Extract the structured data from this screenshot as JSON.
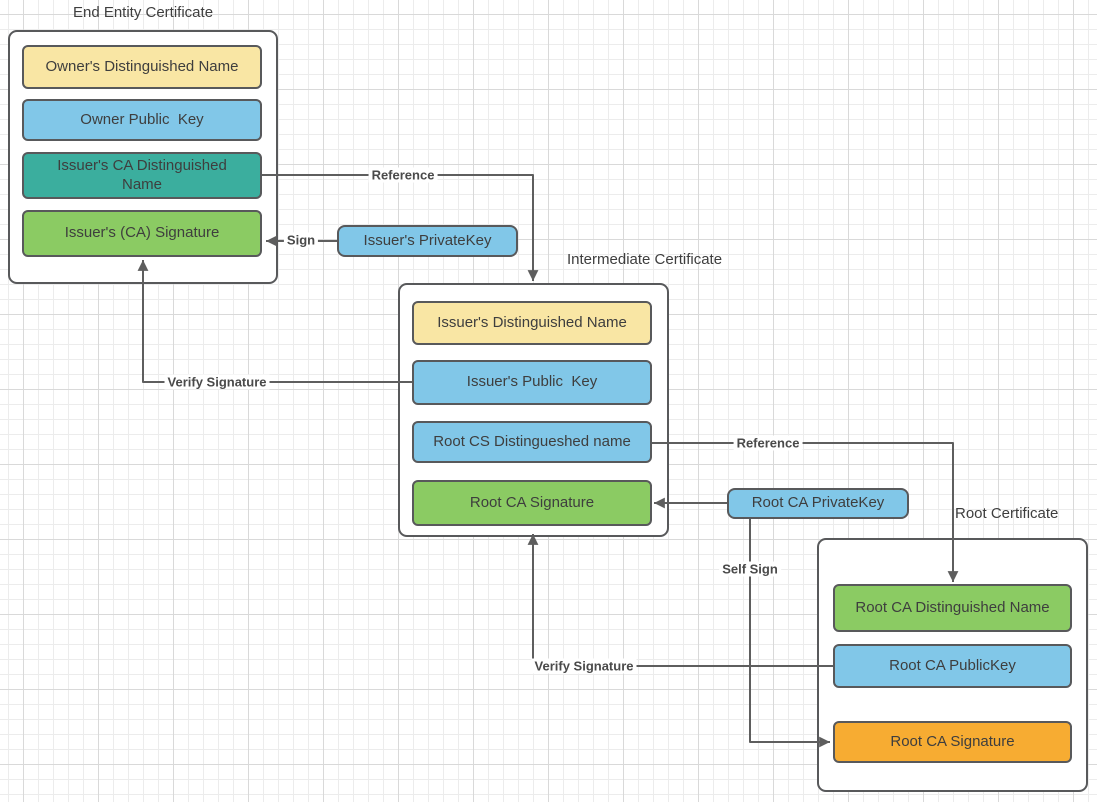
{
  "diagram": {
    "palette": {
      "yellow": "#F9E6A4",
      "blue": "#81C7E8",
      "teal": "#3BAE9E",
      "green": "#8BCB63",
      "orange": "#F7AC32",
      "shape_border": "#58595B",
      "wire": "#5E5E5E",
      "text": "#3E3E3E",
      "grid_minor": "#ECECEC",
      "grid_major": "#D9D9D9"
    },
    "containers": [
      {
        "title": "End Entity Certificate",
        "boxes": [
          {
            "label": "Owner's Distinguished Name",
            "fill": "#F9E6A4"
          },
          {
            "label": "Owner Public  Key",
            "fill": "#81C7E8"
          },
          {
            "label": "Issuer's CA Distinguished Name",
            "fill": "#3BAE9E"
          },
          {
            "label": "Issuer's (CA) Signature",
            "fill": "#8BCB63"
          }
        ]
      },
      {
        "title": "Intermediate Certificate",
        "boxes": [
          {
            "label": "Issuer's Distinguished Name",
            "fill": "#F9E6A4"
          },
          {
            "label": "Issuer's Public  Key",
            "fill": "#81C7E8"
          },
          {
            "label": "Root CS Distingueshed name",
            "fill": "#81C7E8"
          },
          {
            "label": "Root CA Signature",
            "fill": "#8BCB63"
          }
        ]
      },
      {
        "title": "Root Certificate",
        "boxes": [
          {
            "label": "Root CA Distinguished Name",
            "fill": "#8BCB63"
          },
          {
            "label": "Root CA PublicKey",
            "fill": "#81C7E8"
          },
          {
            "label": "Root CA Signature",
            "fill": "#F7AC32"
          }
        ]
      }
    ],
    "keys": [
      {
        "label": "Issuer's PrivateKey",
        "fill": "#81C7E8"
      },
      {
        "label": "Root CA PrivateKey",
        "fill": "#81C7E8"
      }
    ],
    "connectors": [
      {
        "label": "Reference",
        "from": "Issuer's CA Distinguished Name",
        "to": "Intermediate Certificate"
      },
      {
        "label": "Sign",
        "from": "Issuer's PrivateKey",
        "to": "Issuer's (CA) Signature"
      },
      {
        "label": "Verify Signature",
        "from": "Issuer's Public  Key",
        "to": "Issuer's (CA) Signature"
      },
      {
        "label": "Reference",
        "from": "Root CS Distingueshed name",
        "to": "Root CA Distinguished Name"
      },
      {
        "label": "Self Sign",
        "from": "Root CA PrivateKey",
        "to": "Root CA Signature (Root Certificate)"
      },
      {
        "label": "Verify Signature",
        "from": "Root CA PublicKey",
        "to": "Root CA Signature (Intermediate Certificate)"
      },
      {
        "label": "",
        "from": "Root CA PrivateKey",
        "to": "Root CA Signature (Intermediate Certificate)"
      }
    ]
  }
}
